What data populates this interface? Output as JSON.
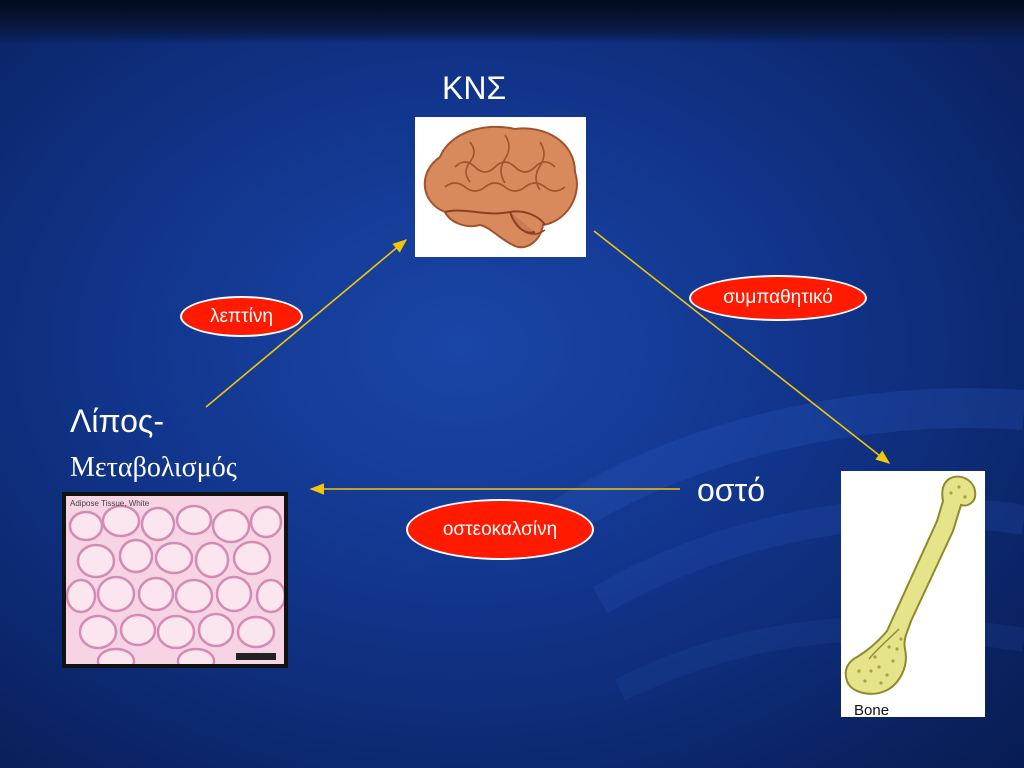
{
  "nodes": {
    "cns": "ΚΝΣ",
    "fat_line1": "Λίπος-",
    "fat_line2": "Μεταβολισμός",
    "bone": "οστό"
  },
  "edges": {
    "leptin": "λεπτίνη",
    "sympathetic": "συμπαθητικό",
    "osteocalcin": "οστεοκαλσίνη"
  },
  "images": {
    "adipose_caption": "Adipose Tissue, White",
    "bone_caption": "Bone"
  },
  "colors": {
    "arrow": "#f2c40a",
    "pill": "#ff1a00"
  }
}
